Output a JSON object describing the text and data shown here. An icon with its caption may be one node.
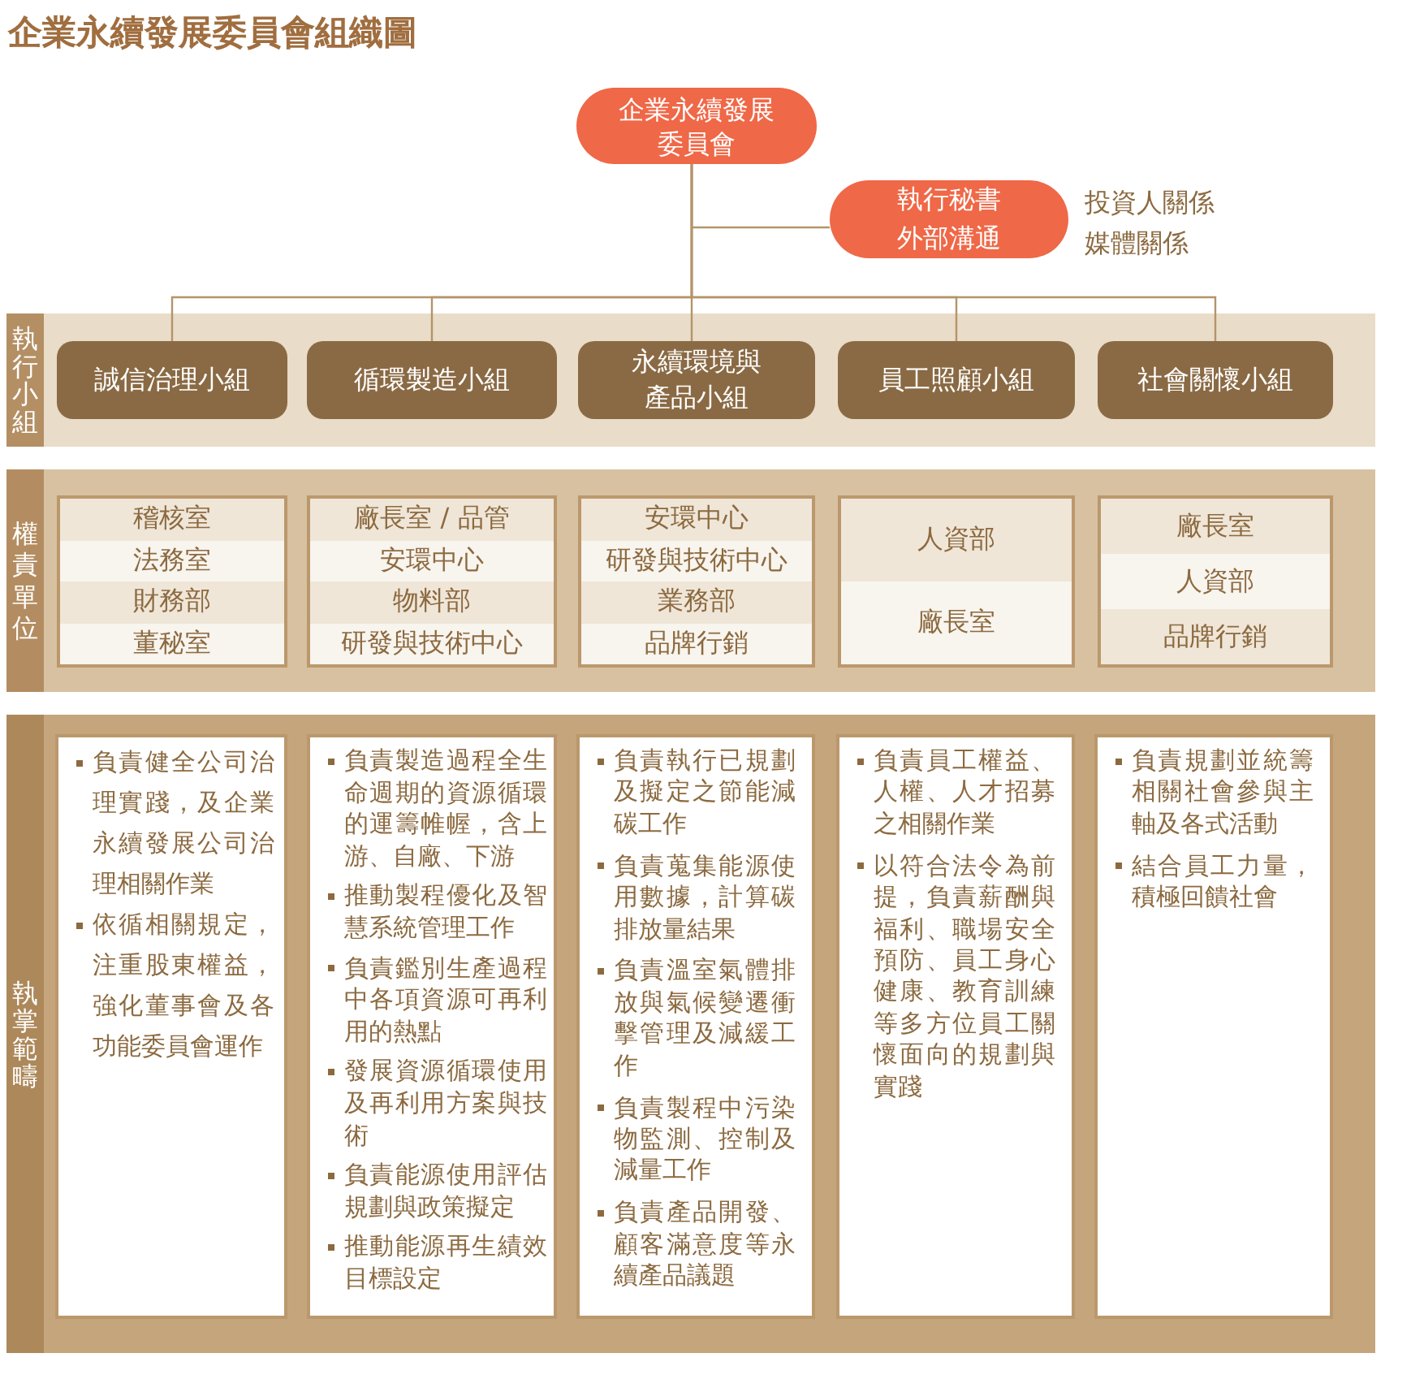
{
  "diagram": {
    "title": "企業永續發展委員會組織圖",
    "nodes": [
      {
        "text": [
          "企業永續發展委員會"
        ]
      },
      {
        "text": [
          "執行秘書",
          "外部溝通"
        ],
        "beside": [
          "投資人關係",
          "媒體關係"
        ]
      },
      {
        "text": [
          "執行小組"
        ]
      },
      {
        "text": [
          "誠信治理小組"
        ],
        "in": 2
      },
      {
        "text": [
          "循環製造小組"
        ],
        "in": 2
      },
      {
        "text": [
          "永續環境與產品小組"
        ],
        "in": 2
      },
      {
        "text": [
          "員工照顧小組"
        ],
        "in": 2
      },
      {
        "text": [
          "社會關懷小組"
        ],
        "in": 2
      },
      {
        "text": [
          "權責單位"
        ]
      },
      {
        "text": [
          "稽核室",
          "法務室",
          "財務部",
          "董秘室"
        ],
        "in": 8
      },
      {
        "text": [
          "廠長室 / 品管",
          "安環中心",
          "物料部",
          "研發與技術中心"
        ],
        "in": 8
      },
      {
        "text": [
          "安環中心",
          "研發與技術中心",
          "業務部",
          "品牌行銷"
        ],
        "in": 8
      },
      {
        "text": [
          "人資部",
          "廠長室"
        ],
        "in": 8
      },
      {
        "text": [
          "廠長室",
          "人資部",
          "品牌行銷"
        ],
        "in": 8
      },
      {
        "text": [
          "執掌範疇"
        ]
      },
      {
        "text": [
          "負責健全公司治理實踐，及企業永續發展公司治理相關作業",
          "依循相關規定，注重股東權益，強化董事會及各功能委員會運作"
        ],
        "in": 14
      },
      {
        "text": [
          "負責製造過程全生命週期的資源循環的運籌帷幄，含上游、自廠、下游",
          "推動製程優化及智慧系統管理工作",
          "負責鑑別生產過程中各項資源可再利用的熱點",
          "發展資源循環使用及再利用方案與技術",
          "負責能源使用評估規劃與政策擬定",
          "推動能源再生績效目標設定"
        ],
        "in": 14
      },
      {
        "text": [
          "負責執行已規劃及擬定之節能減碳工作",
          "負責蒐集能源使用數據，計算碳排放量結果",
          "負責溫室氣體排放與氣候變遷衝擊管理及減緩工作",
          "負責製程中污染物監測、控制及減量工作",
          "負責產品開發、顧客滿意度等永續產品議題"
        ],
        "in": 14
      },
      {
        "text": [
          "負責員工權益、人權、人才招募之相關作業",
          "以符合法令為前提，負責薪酬與福利、職場安全預防、員工身心健康、教育訓練等多方位員工關懷面向的規劃與實踐"
        ],
        "in": 14
      },
      {
        "text": [
          "負責規劃並統籌相關社會參與主軸及各式活動",
          "結合員工力量，積極回饋社會"
        ],
        "in": 14
      }
    ],
    "edges": [
      {
        "from": 0,
        "to": 1,
        "arrow": "none"
      },
      {
        "from": 0,
        "to": 3,
        "arrow": "none"
      },
      {
        "from": 0,
        "to": 4,
        "arrow": "none"
      },
      {
        "from": 0,
        "to": 5,
        "arrow": "none"
      },
      {
        "from": 0,
        "to": 6,
        "arrow": "none"
      },
      {
        "from": 0,
        "to": 7,
        "arrow": "none"
      }
    ]
  }
}
